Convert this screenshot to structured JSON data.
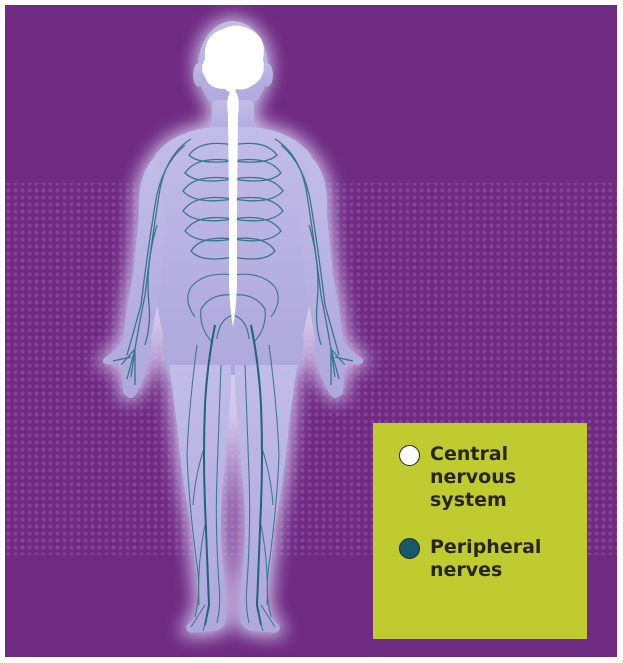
{
  "colors": {
    "background_purple": "#6f2a82",
    "body_fill": "#b9b3e3",
    "central_nervous_system": "#ffffff",
    "peripheral_nerves": "#1a6070",
    "legend_background": "#bfcb2f",
    "legend_text": "#2a2420"
  },
  "legend": {
    "items": [
      {
        "label_line1": "Central",
        "label_line2": "nervous",
        "label_line3": "system",
        "swatch_color": "#ffffff",
        "swatch_name": "central-nervous-system-swatch"
      },
      {
        "label_line1": "Peripheral",
        "label_line2": "nerves",
        "label_line3": "",
        "swatch_color": "#19586a",
        "swatch_name": "peripheral-nerves-swatch"
      }
    ]
  }
}
